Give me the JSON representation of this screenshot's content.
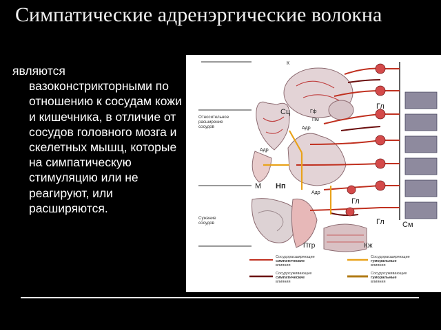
{
  "slide": {
    "title": "Симпатические адренэргические волокна",
    "text_first": "являются",
    "text_rest": "вазоконстрикторными по отношению к сосудам кожи и кишечника, в отличие от сосудов головного мозга и скелетных мышц, которые на симпатическую стимуляцию или не реагируют,  или расширяются."
  },
  "figure": {
    "side_labels": {
      "relative_dilation": [
        "Относительное",
        "расширение",
        "сосудов"
      ],
      "constriction": [
        "Сужение",
        "сосудов"
      ]
    },
    "organ_labels": {
      "k": "К",
      "gf": "Гф",
      "sc": "Сц",
      "pm": "Пм",
      "adr_upper": "Адр",
      "adr_left": "Адр",
      "adr_lower": "Адр",
      "m": "М",
      "np": "Нп",
      "gl_top": "Гл",
      "gl_mid": "Гл",
      "gl_bottom": "Гл",
      "sm": "См",
      "ptr": "Птр",
      "kzh": "Кж"
    },
    "legend": {
      "dilating_symp": [
        "Сосудорасширяющие",
        "симпатические",
        "влияния"
      ],
      "constricting_symp": [
        "Сосудосуживающие",
        "симпатические",
        "влияния"
      ],
      "dilating_hum": [
        "Сосудорасширяющие",
        "гуморальные",
        "влияния"
      ],
      "constricting_hum": [
        "Сосудосуживающие",
        "гуморальные",
        "влияния"
      ]
    },
    "colors": {
      "symp_line": "#c0301f",
      "constrict_line": "#6a0d0d",
      "humoral_line": "#e9a21a",
      "tissue": "#e3d3d6",
      "ganglion": "#d44a4a",
      "block": "#8e8a9e"
    }
  }
}
